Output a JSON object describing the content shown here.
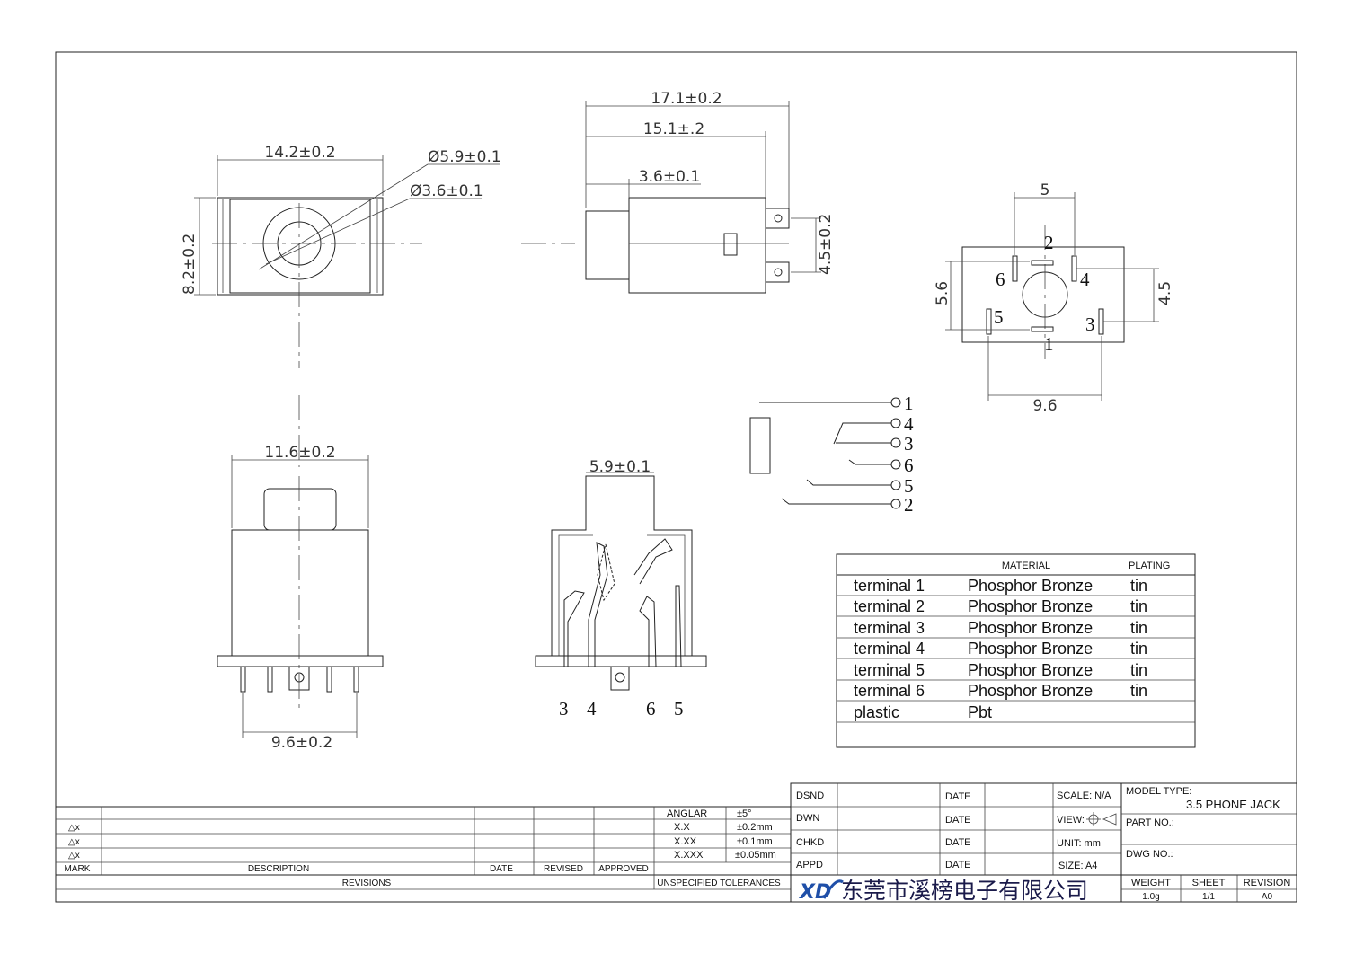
{
  "dimensions": {
    "front_width": "14.2±0.2",
    "front_height": "8.2±0.2",
    "outer_diameter": "Ø5.9±0.1",
    "inner_diameter": "Ø3.6±0.1",
    "side_total": "17.1±0.2",
    "side_body": "15.1±.2",
    "side_nose": "3.6±0.1",
    "side_pin_pitch": "4.5±0.2",
    "pcb_top": "5",
    "pcb_left": "5.6",
    "pcb_right": "4.5",
    "pcb_bottom": "9.6",
    "bottom_width": "11.6±0.2",
    "bottom_pins": "9.6±0.2",
    "section_width": "5.9±0.1"
  },
  "pcb_pins": [
    "2",
    "6",
    "4",
    "5",
    "3",
    "1"
  ],
  "section_pins": [
    "3",
    "4",
    "6",
    "5"
  ],
  "schematic_pins": [
    "1",
    "4",
    "3",
    "6",
    "5",
    "2"
  ],
  "material_table": {
    "header_material": "MATERIAL",
    "header_plating": "PLATING",
    "rows": [
      {
        "part": "terminal 1",
        "material": "Phosphor Bronze",
        "plating": "tin"
      },
      {
        "part": "terminal 2",
        "material": "Phosphor Bronze",
        "plating": "tin"
      },
      {
        "part": "terminal 3",
        "material": "Phosphor Bronze",
        "plating": "tin"
      },
      {
        "part": "terminal 4",
        "material": "Phosphor Bronze",
        "plating": "tin"
      },
      {
        "part": "terminal 5",
        "material": "Phosphor Bronze",
        "plating": "tin"
      },
      {
        "part": "terminal 6",
        "material": "Phosphor Bronze",
        "plating": "tin"
      },
      {
        "part": "plastic",
        "material": "Pbt",
        "plating": ""
      }
    ]
  },
  "revisions": {
    "delta_rows": [
      "△x",
      "△x",
      "△x"
    ],
    "mark": "MARK",
    "description": "DESCRIPTION",
    "date": "DATE",
    "revised": "REVISED",
    "approved": "APPROVED",
    "title": "REVISIONS"
  },
  "tolerances": {
    "rows": [
      {
        "label": "ANGLAR",
        "value": "±5°"
      },
      {
        "label": "X.X",
        "value": "±0.2mm"
      },
      {
        "label": "X.XX",
        "value": "±0.1mm"
      },
      {
        "label": "X.XXX",
        "value": "±0.05mm"
      }
    ],
    "title": "UNSPECIFIED TOLERANCES"
  },
  "signoff": {
    "rows": [
      "DSND",
      "DWN",
      "CHKD",
      "APPD"
    ],
    "date": "DATE"
  },
  "title_block": {
    "scale": "SCALE: N/A",
    "view": "VIEW:",
    "unit": "UNIT: mm",
    "size": "SIZE: A4",
    "model_type_label": "MODEL TYPE:",
    "model_type": "3.5 PHONE JACK",
    "part_no": "PART NO.:",
    "dwg_no": "DWG NO.:",
    "weight_label": "WEIGHT",
    "weight": "1.0g",
    "sheet_label": "SHEET",
    "sheet": "1/1",
    "revision_label": "REVISION",
    "revision": "A0",
    "company": "东莞市溪榜电子有限公司"
  }
}
